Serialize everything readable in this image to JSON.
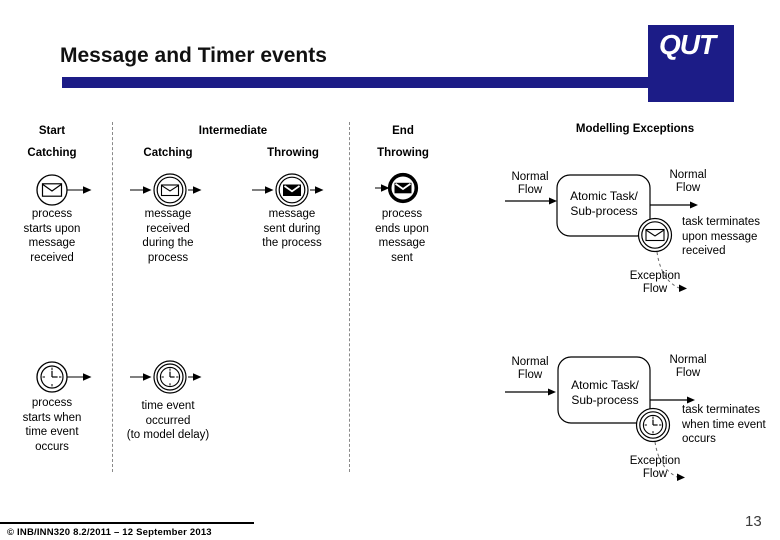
{
  "header": {
    "title": "Message and Timer events",
    "logo_text": "QUT"
  },
  "matrix": {
    "columns": [
      {
        "label": "Start"
      },
      {
        "label": "Intermediate"
      },
      {
        "label": "End"
      }
    ],
    "subheaders": [
      {
        "label": "Catching"
      },
      {
        "label": "Catching"
      },
      {
        "label": "Throwing"
      },
      {
        "label": "Throwing"
      }
    ],
    "message_row": [
      {
        "icon": "message-start-catching-event-icon",
        "caption": "process\nstarts upon\nmessage\nreceived"
      },
      {
        "icon": "message-intermediate-catching-event-icon",
        "caption": "message\nreceived\nduring the\nprocess"
      },
      {
        "icon": "message-intermediate-throwing-event-icon",
        "caption": "message\nsent during\nthe process"
      },
      {
        "icon": "message-end-throwing-event-icon",
        "caption": "process\nends upon\nmessage\nsent"
      }
    ],
    "timer_row": [
      {
        "icon": "timer-start-catching-event-icon",
        "caption": "process\nstarts when\ntime event\noccurs"
      },
      {
        "icon": "timer-intermediate-catching-event-icon",
        "caption": "time event\noccurred\n(to model delay)"
      }
    ]
  },
  "exceptions": {
    "title": "Modelling Exceptions",
    "message_diagram": {
      "flow_in_label": "Normal\nFlow",
      "task_label": "Atomic Task/\nSub-process",
      "flow_out_label": "Normal\nFlow",
      "note": "task terminates\nupon message\nreceived",
      "exception_label": "Exception\nFlow",
      "boundary_icon": "message-boundary-event-icon"
    },
    "timer_diagram": {
      "flow_in_label": "Normal\nFlow",
      "task_label": "Atomic Task/\nSub-process",
      "flow_out_label": "Normal\nFlow",
      "note": "task terminates\nwhen time event\noccurs",
      "exception_label": "Exception\nFlow",
      "boundary_icon": "timer-boundary-event-icon"
    }
  },
  "footer": {
    "credit": "© INB/INN320 8.2/2011 – 12 September 2013",
    "page_number": "13"
  },
  "colors": {
    "brand_navy": "#1c1c87",
    "text": "#000000",
    "divider_gray": "#8a8a8a"
  }
}
